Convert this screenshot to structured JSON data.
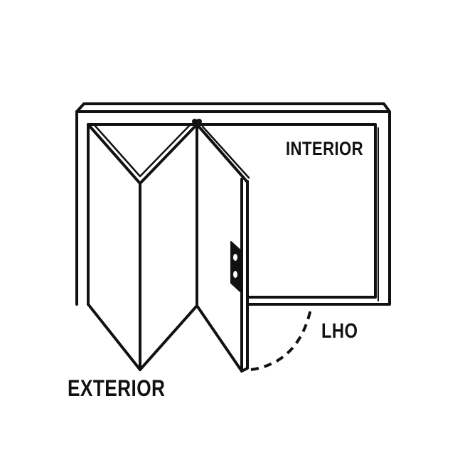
{
  "labels": {
    "interior": "INTERIOR",
    "exterior": "EXTERIOR",
    "opening": "LHO"
  },
  "colors": {
    "line": "#111111",
    "background": "#ffffff"
  }
}
